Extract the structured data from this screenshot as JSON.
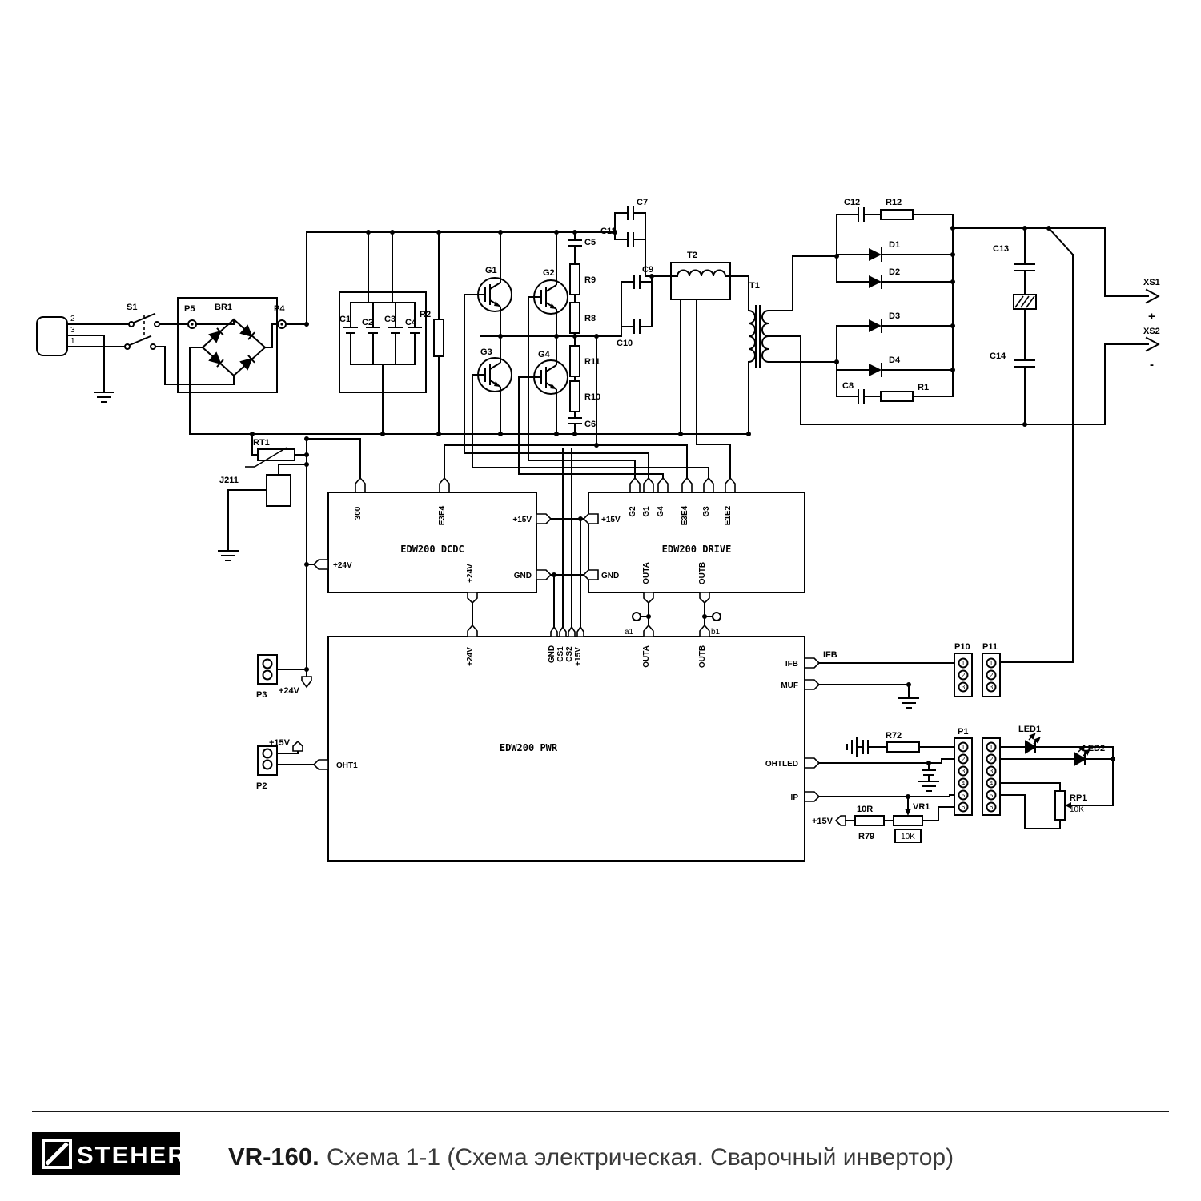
{
  "schematic": {
    "plug_pins": [
      "2",
      "3",
      "1"
    ],
    "power": {
      "v15": "+15V",
      "v24": "+24V",
      "gnd": "GND"
    },
    "labels": {
      "s1": "S1",
      "p5": "P5",
      "br1": "BR1",
      "p4": "P4",
      "c1": "C1",
      "c2": "C2",
      "c3": "C3",
      "c4": "C4",
      "r2": "R2",
      "g1": "G1",
      "g2": "G2",
      "g3": "G3",
      "g4": "G4",
      "c5": "C5",
      "r9": "R9",
      "r8": "R8",
      "r11": "R11",
      "r10": "R10",
      "c6": "C6",
      "c7": "C7",
      "c11": "C11",
      "c9": "C9",
      "c10": "C10",
      "t2": "T2",
      "t1": "T1",
      "c12": "C12",
      "r12": "R12",
      "d1": "D1",
      "d2": "D2",
      "d3": "D3",
      "d4": "D4",
      "c8": "C8",
      "r1": "R1",
      "c13": "C13",
      "c14": "C14",
      "xs1": "XS1",
      "plus": "+",
      "xs2": "XS2",
      "minus": "-",
      "rt1": "RT1",
      "j211": "J211",
      "p3": "P3",
      "p2": "P2",
      "ifb": "IFB",
      "p10": "P10",
      "p11": "P11",
      "p1": "P1",
      "led1": "LED1",
      "led2": "LED2",
      "r72": "R72",
      "r79": "R79",
      "r79_val": "10R",
      "vr1": "VR1",
      "vr1_val": "10K",
      "rp1": "RP1",
      "rp1_val": "10K",
      "a1": "a1",
      "b1": "b1"
    },
    "boards": {
      "dcdc": {
        "name": "EDW200 DCDC",
        "pin_300": "300",
        "pin_e3e4": "E3E4"
      },
      "drive": {
        "name": "EDW200 DRIVE",
        "pin_g2": "G2",
        "pin_g1": "G1",
        "pin_g4": "G4",
        "pin_e3e4": "E3E4",
        "pin_g3": "G3",
        "pin_e1e2": "E1E2",
        "pin_outa": "OUTA",
        "pin_outb": "OUTB"
      },
      "pwr": {
        "name": "EDW200 PWR",
        "pin_cs1": "CS1",
        "pin_cs2": "CS2",
        "pin_outa": "OUTA",
        "pin_outb": "OUTB",
        "pin_ifb": "IFB",
        "pin_muf": "MUF",
        "pin_ohtled": "OHTLED",
        "pin_ip": "IP",
        "pin_oht1": "OHT1"
      }
    },
    "pins3": [
      "1",
      "2",
      "3"
    ],
    "pins6": [
      "1",
      "2",
      "3",
      "4",
      "5",
      "6"
    ]
  },
  "footer": {
    "brand": "STEHER",
    "model": "VR-160.",
    "title": "Схема 1-1 (Схема электрическая. Сварочный инвертор)"
  }
}
